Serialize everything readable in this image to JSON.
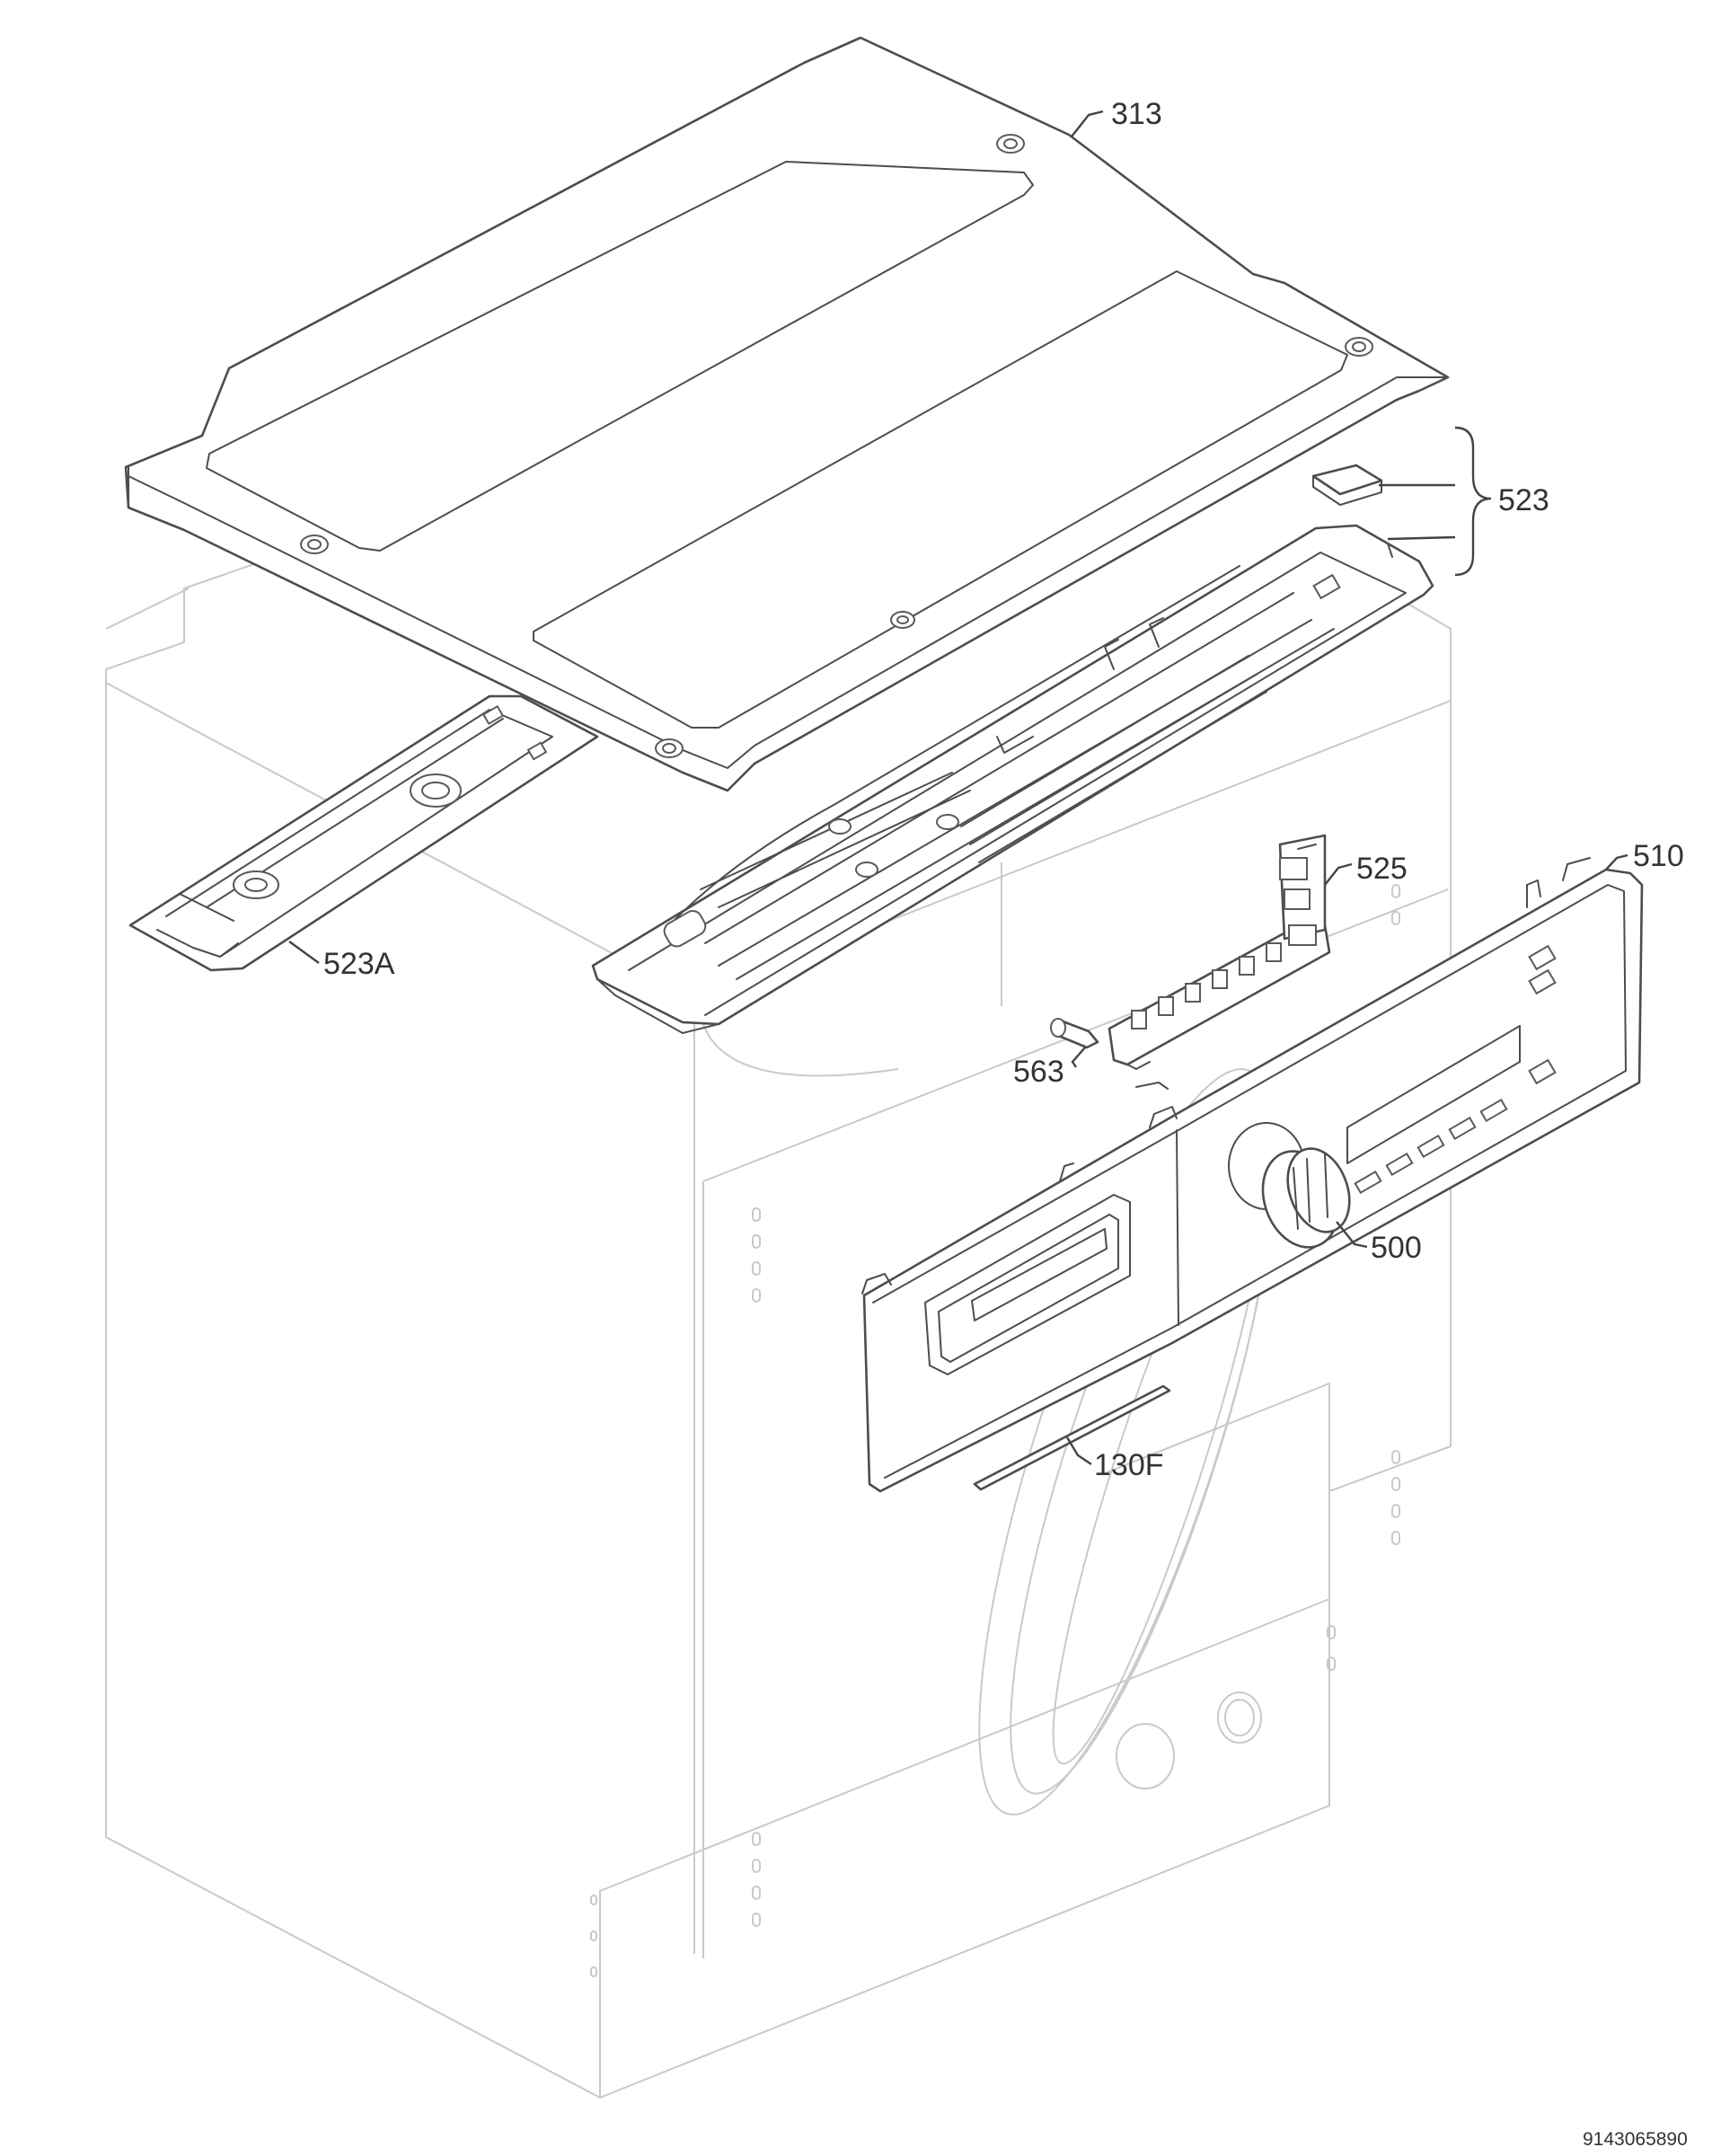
{
  "callouts": {
    "c313": "313",
    "c523": "523",
    "c523a": "523A",
    "c525": "525",
    "c510": "510",
    "c563": "563",
    "c500": "500",
    "c130f": "130F"
  },
  "drawing_number": "9143065890"
}
